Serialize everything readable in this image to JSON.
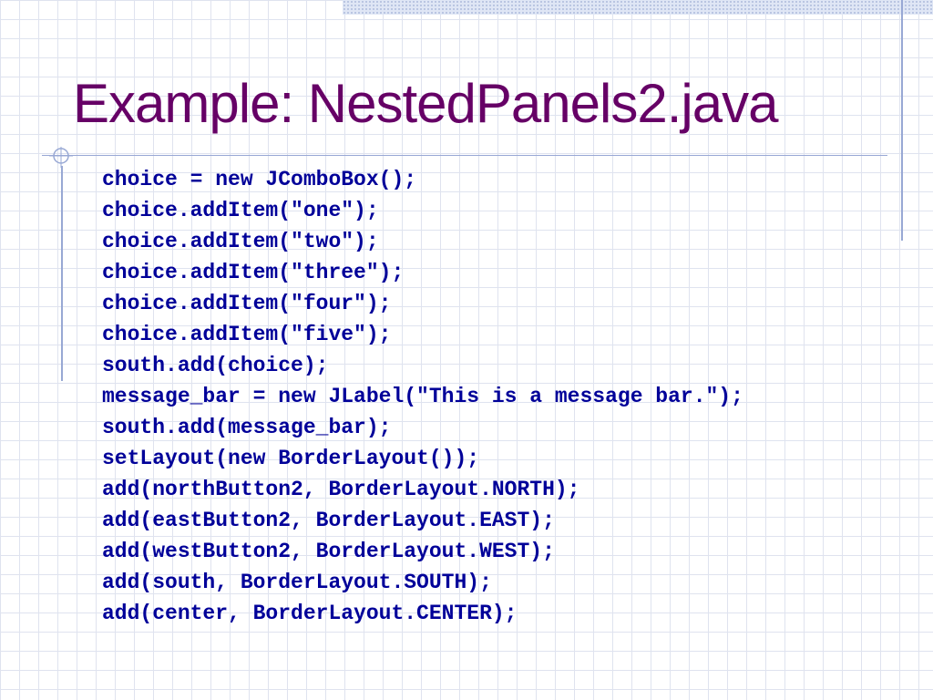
{
  "slide": {
    "title": "Example: NestedPanels2.java",
    "code_lines": [
      "choice = new JComboBox();",
      "choice.addItem(\"one\");",
      "choice.addItem(\"two\");",
      "choice.addItem(\"three\");",
      "choice.addItem(\"four\");",
      "choice.addItem(\"five\");",
      "south.add(choice);",
      "message_bar = new JLabel(\"This is a message bar.\");",
      "south.add(message_bar);",
      "setLayout(new BorderLayout());",
      "add(northButton2, BorderLayout.NORTH);",
      "add(eastButton2, BorderLayout.EAST);",
      "add(westButton2, BorderLayout.WEST);",
      "add(south, BorderLayout.SOUTH);",
      "add(center, BorderLayout.CENTER);"
    ]
  },
  "colors": {
    "title": "#660066",
    "code": "#000099",
    "grid": "#dfe3ef",
    "accent_line": "#98a8d4"
  }
}
